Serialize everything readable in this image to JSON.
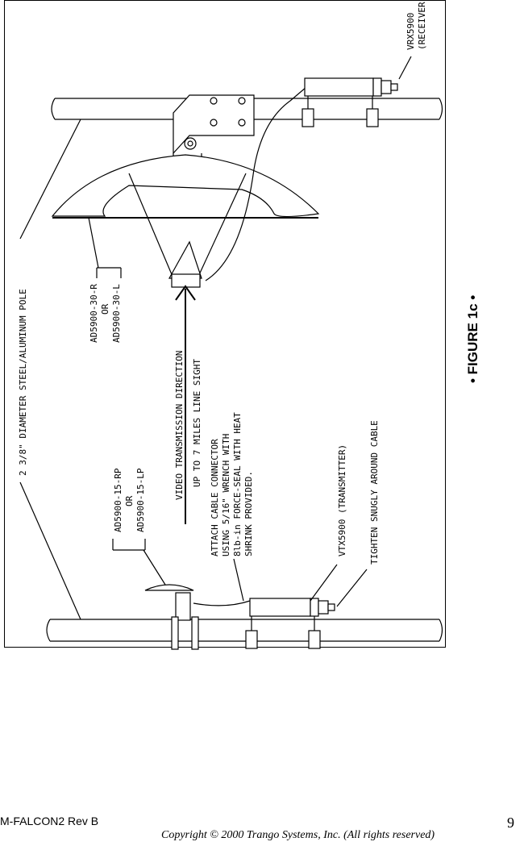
{
  "figure": {
    "labels": {
      "pole": "2 3/8\" DIAMETER STEEL/ALUMINUM POLE",
      "receiver_line1": "VRX5900",
      "receiver_line2": "(RECEIVER)",
      "antenna_r_line1": "AD5900-30-R",
      "antenna_r_line2": "OR",
      "antenna_r_line3": "AD5900-30-L",
      "direction_line1": "VIDEO TRANSMISSION DIRECTION",
      "direction_line2": "UP TO 7 MILES LINE SIGHT",
      "antenna_t_line1": "AD5900-15-RP",
      "antenna_t_line2": "OR",
      "antenna_t_line3": "AD5900-15-LP",
      "connector_line1": "ATTACH CABLE CONNECTOR",
      "connector_line2": "USING 5/16\" WRENCH WITH",
      "connector_line3": "8lb-in FORCE-SEAL WITH HEAT",
      "connector_line4": "SHRINK PROVIDED.",
      "transmitter": "VTX5900 (TRANSMITTER)",
      "tighten": "TIGHTEN SNUGLY AROUND CABLE"
    },
    "caption": "• FIGURE 1c •"
  },
  "footer": {
    "doc_id": "M-FALCON2 Rev B",
    "copyright": "Copyright © 2000 Trango Systems, Inc.  (All rights reserved)",
    "page_number": "9"
  }
}
